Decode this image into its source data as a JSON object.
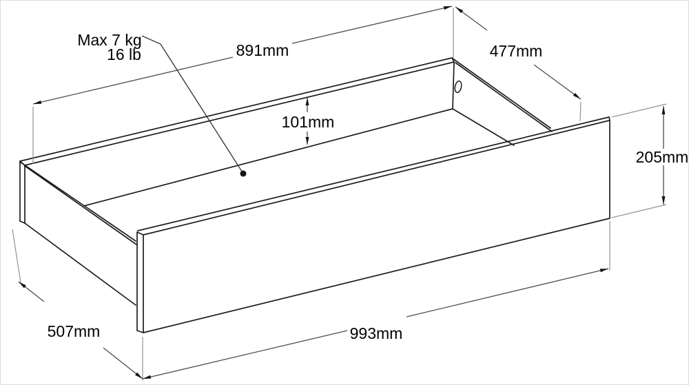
{
  "annotation": {
    "max_load_line1": "Max 7 kg",
    "max_load_line2": "16 lb"
  },
  "dimensions": {
    "top_inner_length": "891mm",
    "top_inner_depth": "477mm",
    "side_inner_height": "101mm",
    "front_panel_height": "205mm",
    "bottom_outer_length": "993mm",
    "bottom_outer_depth": "507mm"
  },
  "colors": {
    "background": "#ffffff",
    "object_line": "#1c1c1c",
    "dimension_line": "#4c4c4c",
    "extension_line": "#919191",
    "text": "#000000"
  }
}
